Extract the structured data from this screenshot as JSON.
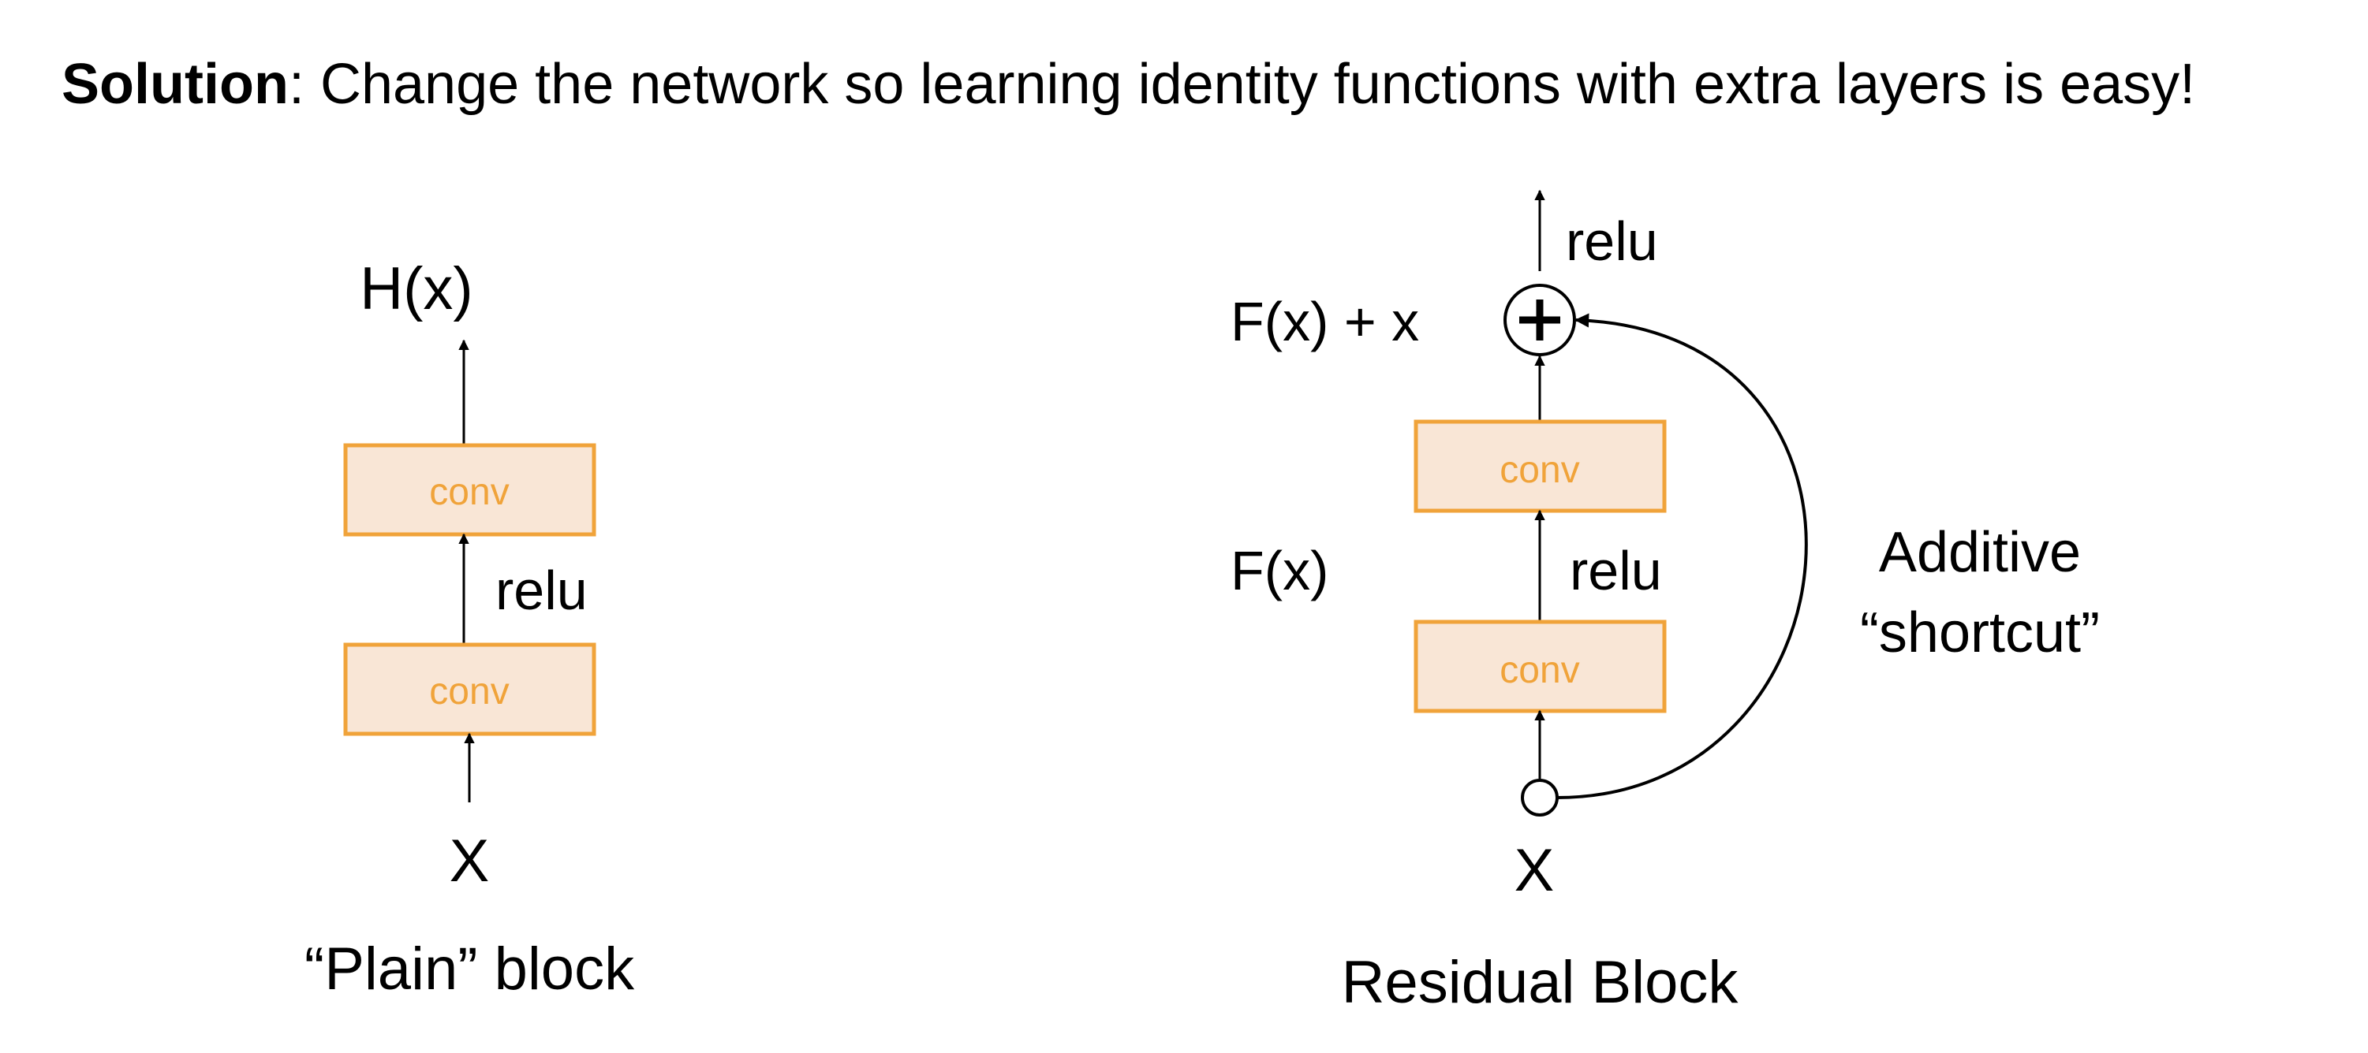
{
  "title": {
    "bold": "Solution",
    "rest": ": Change the network so learning identity functions with extra layers is easy!"
  },
  "plain_block": {
    "output": "H(x)",
    "conv_top": "conv",
    "relu": "relu",
    "conv_bottom": "conv",
    "input": "X",
    "caption": "“Plain” block"
  },
  "residual_block": {
    "relu_top": "relu",
    "sum_label": "F(x) + x",
    "conv_top": "conv",
    "fx_label": "F(x)",
    "relu_mid": "relu",
    "conv_bottom": "conv",
    "input": "X",
    "caption": "Residual Block",
    "shortcut_line1": "Additive",
    "shortcut_line2": "“shortcut”"
  },
  "colors": {
    "conv_fill": "#f9e6d6",
    "conv_stroke": "#f0a33a",
    "conv_text": "#f0a33a",
    "line": "#000000"
  },
  "icons": {
    "plus": "circled-plus-icon",
    "input_node": "open-circle-node-icon"
  }
}
